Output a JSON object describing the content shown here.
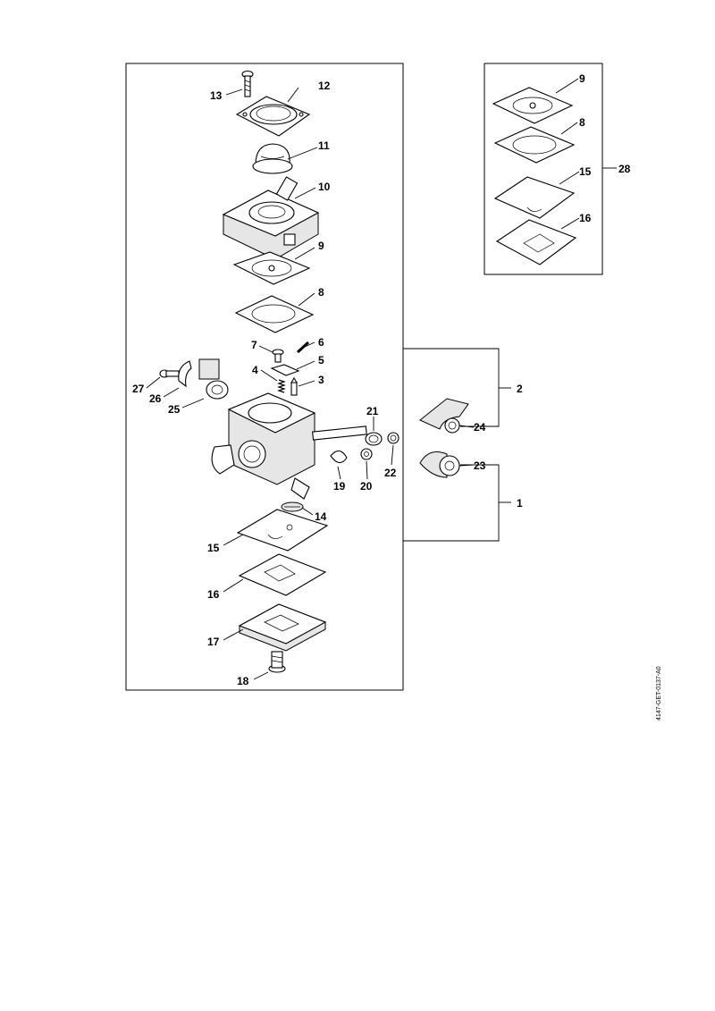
{
  "callouts": {
    "c13": "13",
    "c12": "12",
    "c11": "11",
    "c10": "10",
    "c9": "9",
    "c8": "8",
    "c7": "7",
    "c6": "6",
    "c5": "5",
    "c4": "4",
    "c3": "3",
    "c27": "27",
    "c26": "26",
    "c25": "25",
    "c21": "21",
    "c19": "19",
    "c20": "20",
    "c22": "22",
    "c14": "14",
    "c15": "15",
    "c16": "16",
    "c17": "17",
    "c18": "18",
    "c24": "24",
    "c23": "23",
    "c2": "2",
    "c1": "1",
    "k9": "9",
    "k8": "8",
    "k15": "15",
    "k16": "16",
    "k28": "28"
  },
  "document_id": "4147-GET-0137-A0"
}
